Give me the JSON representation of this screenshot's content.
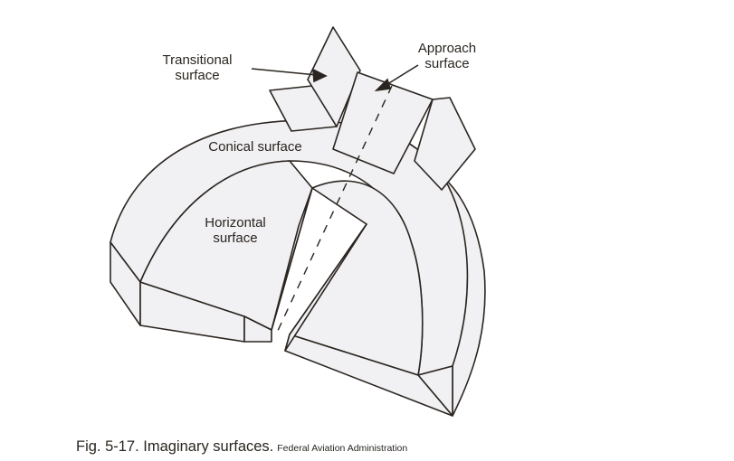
{
  "labels": {
    "transitional_line1": "Transitional",
    "transitional_line2": "surface",
    "approach_line1": "Approach",
    "approach_line2": "surface",
    "conical": "Conical surface",
    "horizontal_line1": "Horizontal",
    "horizontal_line2": "surface"
  },
  "caption": {
    "text": "Fig. 5-17. Imaginary surfaces.",
    "credit": "Federal Aviation Administration"
  },
  "colors": {
    "fill": "#f1f0f2",
    "line": "#2a2520",
    "background": "#ffffff"
  }
}
